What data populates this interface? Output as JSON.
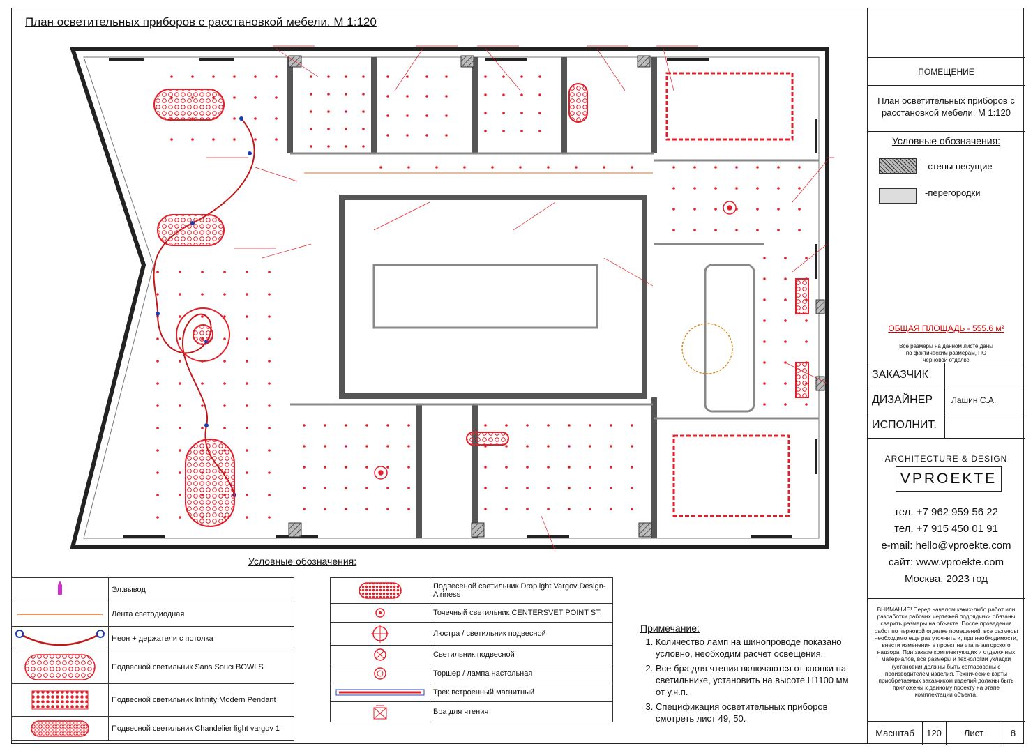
{
  "title": "План осветительных приборов с расстановкой мебели. М 1:120",
  "legend": {
    "heading": "Условные обозначения:",
    "left_items": [
      {
        "label": "Эл.вывод"
      },
      {
        "label": "Лента светодиодная"
      },
      {
        "label": "Неон + держатели с потолка"
      },
      {
        "label": "Подвесной светильник Sans Souci BOWLS"
      },
      {
        "label": "Подвесной светильник Infinity Modern Pendant"
      },
      {
        "label": "Подвесной светильник Chandelier light vargov 1"
      }
    ],
    "right_items": [
      {
        "label": "Подвесеной светильник Droplight Vargov Design-Airiness"
      },
      {
        "label": "Точечный светильник CENTERSVET POINT ST"
      },
      {
        "label": "Люстра / светильник подвесной"
      },
      {
        "label": "Светильник подвесной"
      },
      {
        "label": "Торшер / лампа настольная"
      },
      {
        "label": "Трек встроенный магнитный"
      },
      {
        "label": "Бра для чтения"
      }
    ]
  },
  "notes": {
    "heading": "Примечание:",
    "items": [
      "Количество ламп на шинопроводе показано условно, необходим расчет освещения.",
      "Все бра для чтения включаются от кнопки на светильнике, установить на высоте Н1100 мм от у.ч.п.",
      "Спецификация осветительных приборов смотреть лист 49, 50."
    ]
  },
  "titleblock": {
    "room_heading": "ПОМЕЩЕНИЕ",
    "room_title": "План осветительных приборов с расстановкой мебели. М 1:120",
    "conventions_heading": "Условные обозначения:",
    "walls_bearing": "-стены несущие",
    "partitions": "-перегородки",
    "total_area": "ОБЩАЯ ПЛОЩАДЬ - 555.6 м²",
    "area_note": "Все размеры на данном листе даны по фактическим размерам, ПО черновой отделке",
    "customer_label": "ЗАКАЗЧИК",
    "customer_value": "",
    "designer_label": "ДИЗАЙНЕР",
    "designer_value": "Лашин С.А.",
    "executor_label": "ИСПОЛНИТ.",
    "executor_value": "",
    "company_tagline": "ARCHITECTURE & DESIGN",
    "company_logo": "VPROEKTE",
    "phone1": "тел. +7 962 959 56 22",
    "phone2": "тел. +7 915 450 01 91",
    "email": "e-mail: hello@vproekte.com",
    "site": "сайт: www.vproekte.com",
    "city_year": "Москва, 2023 год",
    "warning": "ВНИМАНИЕ! Перед началом каких-либо работ или разработки рабочих чертежей подрядчики обязаны сверить размеры на объекте. После проведения работ по черновой отделке помещений, все размеры необходимо еще раз уточнить и, при необходимости, внести изменения в проект на этапе авторского надзора. При заказе комплектующих и отделочных материалов, все размеры и технологии укладки (установки) должны быть согласованы с производителем изделия. Технические карты приобретаемых заказчиком изделий должны быть приложены к данному проекту на этапе комплектации объекта.",
    "scale_label": "Масштаб",
    "scale_value": "120",
    "sheet_label": "Лист",
    "sheet_value": "8"
  },
  "colors": {
    "lighting": "#e0202a",
    "wall": "#555555",
    "neon": "#c01818",
    "outlet": "#cc33cc"
  }
}
